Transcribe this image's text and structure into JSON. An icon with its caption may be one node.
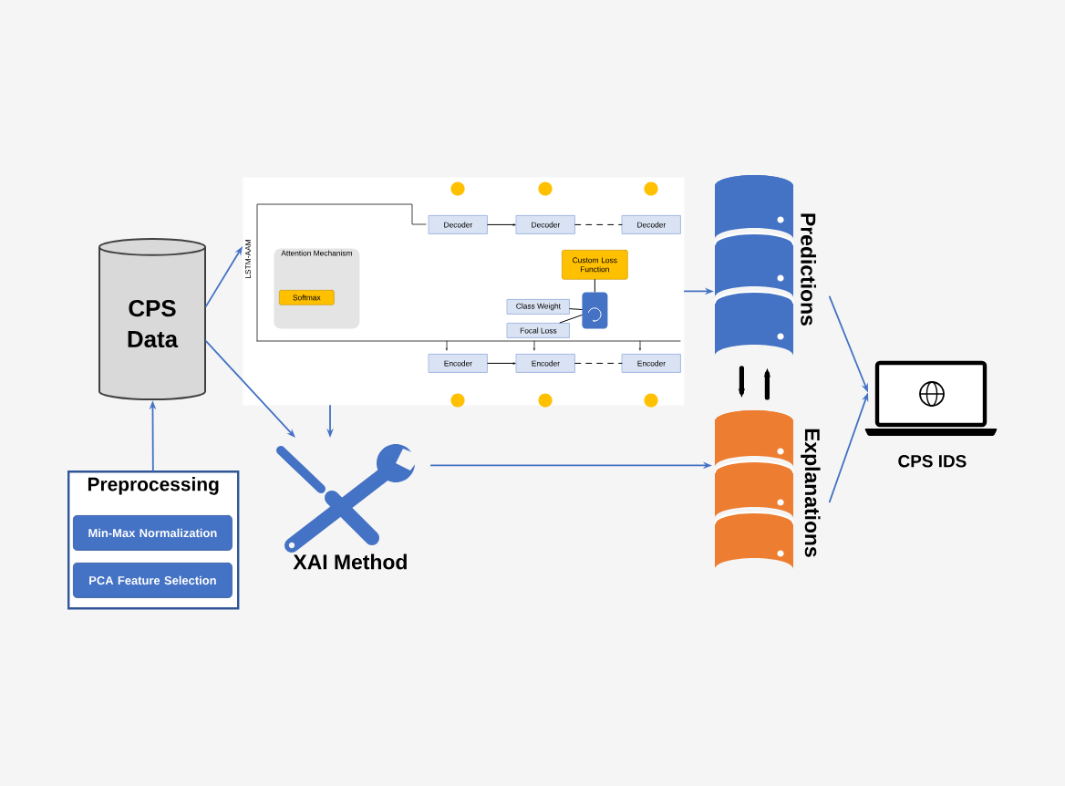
{
  "diagram": {
    "nodes": [
      {
        "text": [
          "CPS Data"
        ]
      },
      {
        "text": [
          "Preprocessing"
        ]
      },
      {
        "text": [
          "Min-Max Normalization"
        ],
        "in": 1
      },
      {
        "text": [
          "PCA Feature Selection"
        ],
        "in": 1
      },
      {
        "text": [],
        "shape": "box"
      },
      {
        "text": [
          "Attention Mechanism"
        ],
        "in": 4
      },
      {
        "text": [
          "Softmax"
        ],
        "in": 5
      },
      {
        "text": [
          "Decoder"
        ],
        "in": 4
      },
      {
        "text": [
          "Decoder"
        ],
        "in": 4
      },
      {
        "text": [
          "Decoder"
        ],
        "in": 4
      },
      {
        "text": [
          "Custom Loss Function"
        ],
        "in": 4
      },
      {
        "text": [
          "Class Weight"
        ],
        "in": 4
      },
      {
        "text": [
          "Focal Loss"
        ],
        "in": 4
      },
      {
        "text": [],
        "shape": "box",
        "in": 4
      },
      {
        "text": [
          "Encoder"
        ],
        "in": 4
      },
      {
        "text": [
          "Encoder"
        ],
        "in": 4
      },
      {
        "text": [
          "Encoder"
        ],
        "in": 4
      },
      {
        "text": [
          "XAI Method"
        ]
      },
      {
        "text": [
          "Predictions"
        ]
      },
      {
        "text": [
          "Explanations"
        ]
      },
      {
        "text": [
          "CPS IDS"
        ]
      }
    ],
    "edges": [
      {
        "from": 0,
        "to": 4,
        "arrow": "to",
        "color": "#4472c4"
      },
      {
        "from": 0,
        "to": 17,
        "arrow": "to",
        "color": "#4472c4"
      },
      {
        "from": 1,
        "to": 0,
        "arrow": "to",
        "color": "#4472c4"
      },
      {
        "from": 4,
        "to": 17,
        "arrow": "to",
        "color": "#4472c4"
      },
      {
        "from": 4,
        "to": 18,
        "arrow": "to",
        "color": "#4472c4"
      },
      {
        "from": 17,
        "to": 19,
        "arrow": "to",
        "color": "#4472c4"
      },
      {
        "from": 18,
        "to": 19,
        "arrow": "to",
        "style": "thick"
      },
      {
        "from": 19,
        "to": 18,
        "arrow": "to",
        "style": "thick"
      },
      {
        "from": 18,
        "to": 20,
        "arrow": "to",
        "color": "#4472c4"
      },
      {
        "from": 19,
        "to": 20,
        "arrow": "to",
        "color": "#4472c4"
      },
      {
        "from": 7,
        "to": 8,
        "arrow": "to"
      },
      {
        "from": 8,
        "to": 9,
        "arrow": "none",
        "style": "dashed"
      },
      {
        "from": 14,
        "to": 15,
        "arrow": "to"
      },
      {
        "from": 15,
        "to": 16,
        "arrow": "none",
        "style": "dashed"
      },
      {
        "from": 11,
        "to": 13,
        "arrow": "none"
      },
      {
        "from": 12,
        "to": 13,
        "arrow": "none"
      },
      {
        "from": 13,
        "to": 10,
        "arrow": "none"
      }
    ],
    "labels": [
      "LSTM-AAM"
    ]
  }
}
